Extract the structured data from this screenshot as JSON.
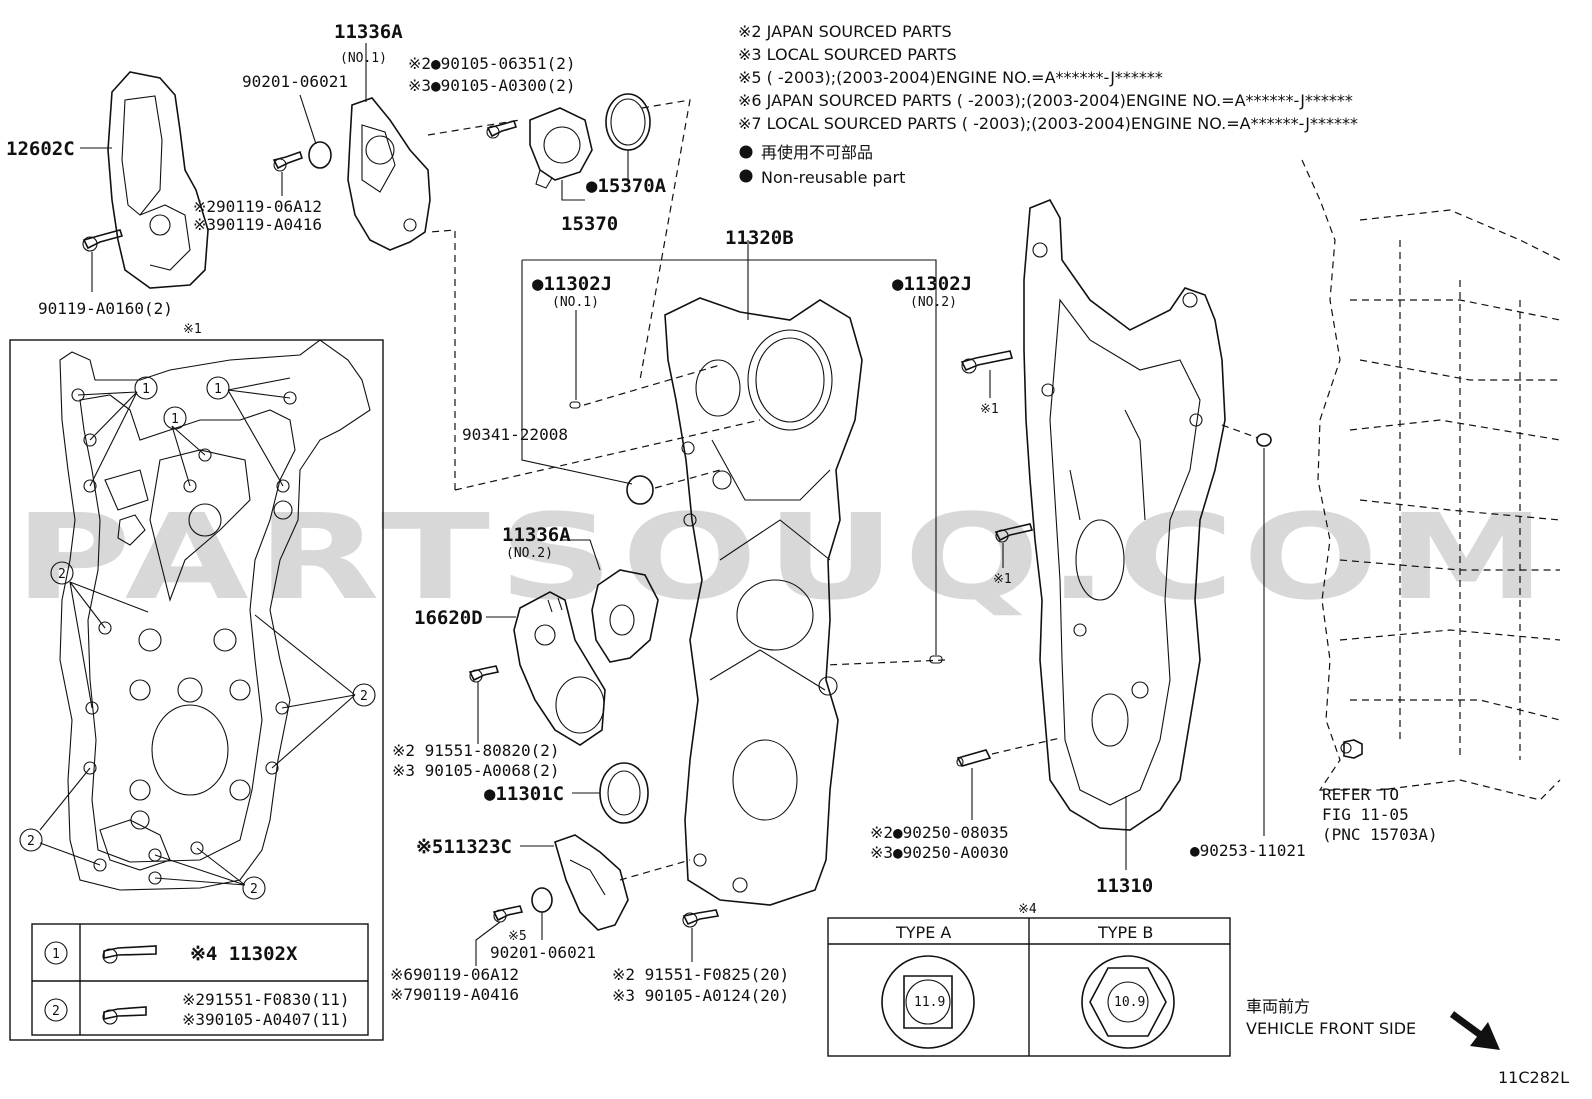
{
  "legend": {
    "notes": [
      "※2 JAPAN SOURCED PARTS",
      "※3 LOCAL SOURCED PARTS",
      "※5 (      -2003);(2003-2004)ENGINE NO.=A******-J******",
      "※6 JAPAN SOURCED PARTS (      -2003);(2003-2004)ENGINE NO.=A******-J******",
      "※7 LOCAL SOURCED PARTS (      -2003);(2003-2004)ENGINE NO.=A******-J******"
    ],
    "nonreusable_jp": "再使用不可部品",
    "nonreusable_en": "Non-reusable part"
  },
  "watermark": "PARTSOUQ.COM",
  "labels": {
    "p12602C": "12602C",
    "p11336A_1": "11336A",
    "no1": "(NO.1)",
    "p90201_06021_top": "90201-06021",
    "bolt_top_a": "※2●90105-06351(2)",
    "bolt_top_b": "※3●90105-A0300(2)",
    "p15370A": "●15370A",
    "p15370": "15370",
    "p90119_06A12_top": "※290119-06A12",
    "p90119_A0416_top": "※390119-A0416",
    "p90119_A0160": "90119-A0160(2)",
    "star1_top": "※1",
    "p11320B": "11320B",
    "p11302J_1": "●11302J",
    "p11302J_1_no": "(NO.1)",
    "p11302J_2": "●11302J",
    "p11302J_2_no": "(NO.2)",
    "p90341": "90341-22008",
    "p11336A_2": "11336A",
    "no2": "(NO.2)",
    "p16620D": "16620D",
    "p91551_80820": "※2 91551-80820(2)",
    "p90105_A0068": "※3 90105-A0068(2)",
    "p11301C": "●11301C",
    "p11323C": "※511323C",
    "star5": "※5",
    "p90201_06021_bot": "90201-06021",
    "p90119_06A12_bot": "※690119-06A12",
    "p90119_A0416_bot": "※790119-A0416",
    "p91551_F0825": "※2 91551-F0825(20)",
    "p90105_A0124": "※3 90105-A0124(20)",
    "star1_a": "※1",
    "star1_b": "※1",
    "p90250_08035": "※2●90250-08035",
    "p90250_A0030": "※3●90250-A0030",
    "p90253": "●90253-11021",
    "p11310": "11310",
    "refer1": "REFER TO",
    "refer2": "FIG 11-05",
    "refer3": "(PNC 15703A)",
    "star4": "※4",
    "type_a": "TYPE A",
    "type_b": "TYPE B",
    "val_a": "11.9",
    "val_b": "10.9",
    "front_jp": "車両前方",
    "front_en": "VEHICLE FRONT SIDE",
    "fig_code": "11C282L"
  },
  "bolt_table": {
    "row1_num": "1",
    "row1_part": "※4 11302X",
    "row2_num": "2",
    "row2_a": "※291551-F0830(11)",
    "row2_b": "※390105-A0407(11)"
  },
  "callouts": [
    "1",
    "1",
    "1",
    "2",
    "2",
    "2",
    "2"
  ]
}
